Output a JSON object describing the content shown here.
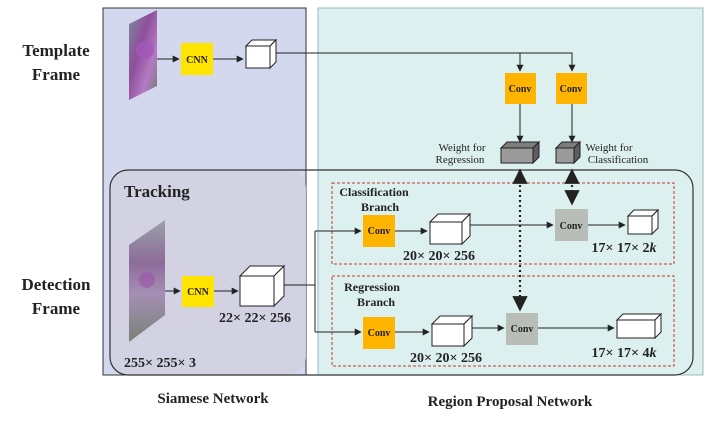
{
  "labels": {
    "template_frame_1": "Template",
    "template_frame_2": "Frame",
    "detection_frame_1": "Detection",
    "detection_frame_2": "Frame",
    "tracking": "Tracking",
    "siamese_network": "Siamese Network",
    "region_proposal_network": "Region Proposal Network",
    "classification_branch_1": "Classification",
    "classification_branch_2": "Branch",
    "regression_branch_1": "Regression",
    "regression_branch_2": "Branch",
    "weight_regression_1": "Weight for",
    "weight_regression_2": "Regression",
    "weight_classification_1": "Weight for",
    "weight_classification_2": "Classification"
  },
  "boxes": {
    "cnn_template": "CNN",
    "cnn_detection": "CNN",
    "conv_template_reg": "Conv",
    "conv_template_cls": "Conv",
    "conv_cls_branch": "Conv",
    "conv_reg_branch": "Conv",
    "conv_cls_out": "Conv",
    "conv_reg_out": "Conv"
  },
  "dims": {
    "detection_input": "255× 255× 3",
    "detection_feature": "22× 22× 256",
    "cls_feature": "20× 20× 256",
    "reg_feature": "20× 20× 256",
    "cls_output_prefix": "17× 17× 2",
    "cls_output_k": "k",
    "reg_output_prefix": "17× 17× 4",
    "reg_output_k": "k"
  },
  "colors": {
    "siamese_bg": "#d3d8ef",
    "rpn_bg": "#dcf0ef",
    "tracking_overlay": "#d2d2e0",
    "conv_yellow": "#ffe400",
    "conv_orange": "#ffb400",
    "conv_gray": "#b8bdb8",
    "dashed_red": "#c0392b"
  }
}
